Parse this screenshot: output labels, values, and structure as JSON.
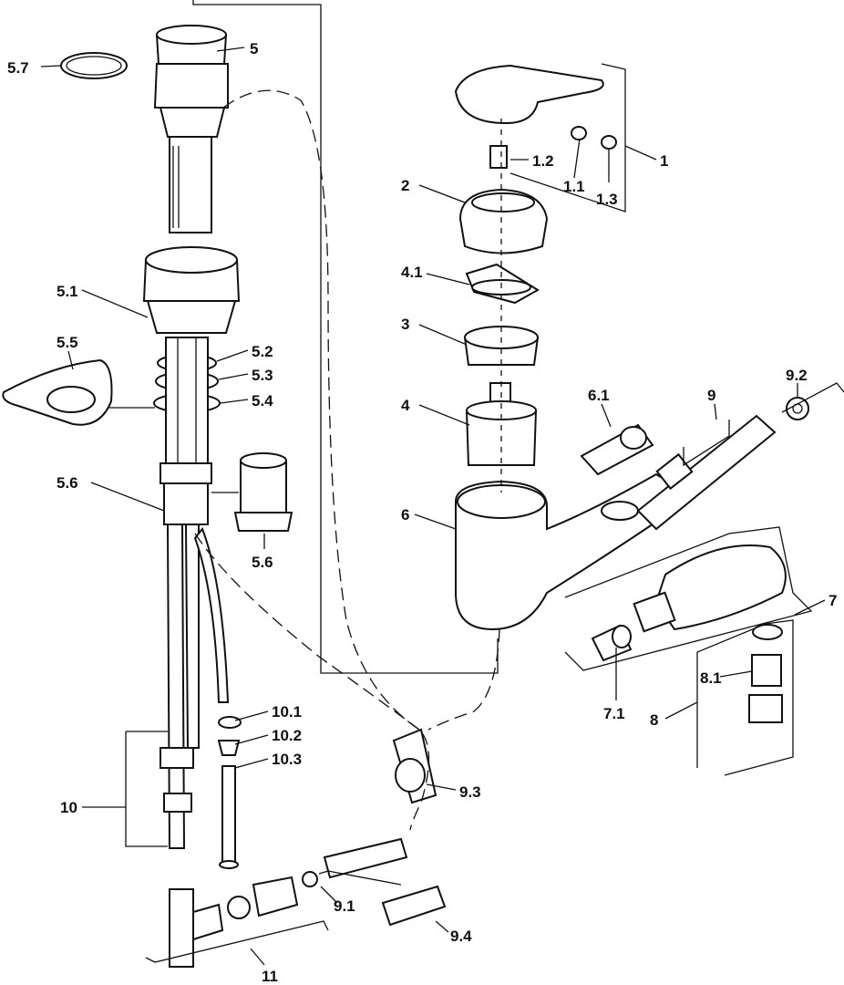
{
  "labels": {
    "l5": "5",
    "l5_7": "5.7",
    "l5_1": "5.1",
    "l5_5": "5.5",
    "l5_2": "5.2",
    "l5_3": "5.3",
    "l5_4": "5.4",
    "l5_6a": "5.6",
    "l5_6b": "5.6",
    "l10": "10",
    "l10_1": "10.1",
    "l10_2": "10.2",
    "l10_3": "10.3",
    "l11": "11",
    "l9_1": "9.1",
    "l9_3": "9.3",
    "l9_4": "9.4",
    "l1": "1",
    "l1_1": "1.1",
    "l1_2": "1.2",
    "l1_3": "1.3",
    "l2": "2",
    "l4_1": "4.1",
    "l3": "3",
    "l4": "4",
    "l6": "6",
    "l6_1": "6.1",
    "l9": "9",
    "l9_2": "9.2",
    "l7": "7",
    "l7_1": "7.1",
    "l8": "8",
    "l8_1": "8.1"
  }
}
